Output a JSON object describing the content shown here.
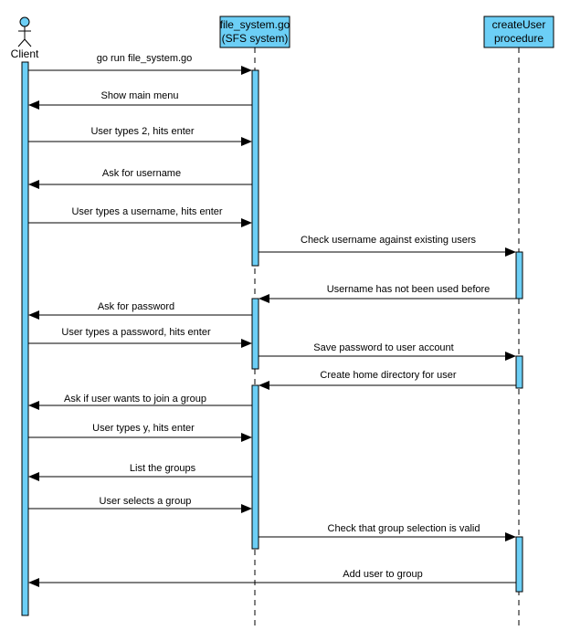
{
  "colors": {
    "lifeline_box_fill": "#6ccff6",
    "activation_fill": "#6ccff6",
    "stroke": "#000000"
  },
  "participants": {
    "client": {
      "label": "Client"
    },
    "file_system": {
      "label_line1": "file_system.go",
      "label_line2": "(SFS system)"
    },
    "create_user": {
      "label_line1": "createUser",
      "label_line2": "procedure"
    }
  },
  "messages": [
    {
      "from": "client",
      "to": "file_system",
      "label": "go run file_system.go"
    },
    {
      "from": "file_system",
      "to": "client",
      "label": "Show main menu"
    },
    {
      "from": "client",
      "to": "file_system",
      "label": "User types 2, hits enter"
    },
    {
      "from": "file_system",
      "to": "client",
      "label": "Ask for username"
    },
    {
      "from": "client",
      "to": "file_system",
      "label": "User types a username, hits enter"
    },
    {
      "from": "file_system",
      "to": "create_user",
      "label": "Check username against existing users"
    },
    {
      "from": "create_user",
      "to": "file_system",
      "label": "Username has not been used before"
    },
    {
      "from": "file_system",
      "to": "client",
      "label": "Ask for password"
    },
    {
      "from": "client",
      "to": "file_system",
      "label": "User types a password, hits enter"
    },
    {
      "from": "file_system",
      "to": "create_user",
      "label": "Save password to user account"
    },
    {
      "from": "create_user",
      "to": "file_system",
      "label": "Create home directory for user"
    },
    {
      "from": "file_system",
      "to": "client",
      "label": "Ask if  user wants to join a group"
    },
    {
      "from": "client",
      "to": "file_system",
      "label": "User types y, hits enter"
    },
    {
      "from": "file_system",
      "to": "client",
      "label": "List the groups"
    },
    {
      "from": "client",
      "to": "file_system",
      "label": "User selects a group"
    },
    {
      "from": "file_system",
      "to": "create_user",
      "label": "Check that group selection is valid"
    },
    {
      "from": "create_user",
      "to": "client",
      "label": "Add user to group"
    }
  ]
}
